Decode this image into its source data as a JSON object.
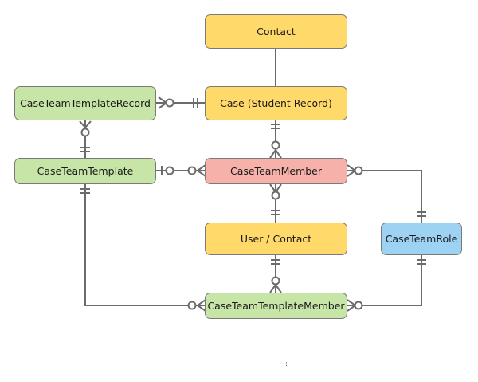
{
  "diagram": {
    "entities": {
      "contact": {
        "label": "Contact",
        "color": "#ffda6b"
      },
      "case": {
        "label": "Case (Student Record)",
        "color": "#ffda6b"
      },
      "case_team_template_record": {
        "label": "CaseTeamTemplateRecord",
        "color": "#c6e5a7"
      },
      "case_team_template": {
        "label": "CaseTeamTemplate",
        "color": "#c6e5a7"
      },
      "case_team_member": {
        "label": "CaseTeamMember",
        "color": "#f5b1aa"
      },
      "user_contact": {
        "label": "User / Contact",
        "color": "#ffda6b"
      },
      "case_team_role": {
        "label": "CaseTeamRole",
        "color": "#9dd2f3"
      },
      "case_team_template_member": {
        "label": "CaseTeamTemplateMember",
        "color": "#c6e5a7"
      }
    },
    "relationships": [
      {
        "from": "contact",
        "to": "case",
        "from_end": "none",
        "to_end": "none"
      },
      {
        "from": "case_team_template_record",
        "to": "case",
        "from_end": "zero-or-many",
        "to_end": "exactly-one"
      },
      {
        "from": "case_team_template_record",
        "to": "case_team_template",
        "from_end": "zero-or-many",
        "to_end": "exactly-one"
      },
      {
        "from": "case",
        "to": "case_team_member",
        "from_end": "exactly-one",
        "to_end": "zero-or-many"
      },
      {
        "from": "case_team_template",
        "to": "case_team_member",
        "from_end": "zero-or-one",
        "to_end": "zero-or-many"
      },
      {
        "from": "case_team_member",
        "to": "user_contact",
        "from_end": "zero-or-many",
        "to_end": "exactly-one"
      },
      {
        "from": "case_team_member",
        "to": "case_team_role",
        "from_end": "zero-or-many",
        "to_end": "exactly-one"
      },
      {
        "from": "user_contact",
        "to": "case_team_template_member",
        "from_end": "exactly-one",
        "to_end": "zero-or-many"
      },
      {
        "from": "case_team_template",
        "to": "case_team_template_member",
        "from_end": "exactly-one",
        "to_end": "zero-or-many"
      },
      {
        "from": "case_team_role",
        "to": "case_team_template_member",
        "from_end": "exactly-one",
        "to_end": "zero-or-many"
      }
    ],
    "stray_mark": ":"
  }
}
